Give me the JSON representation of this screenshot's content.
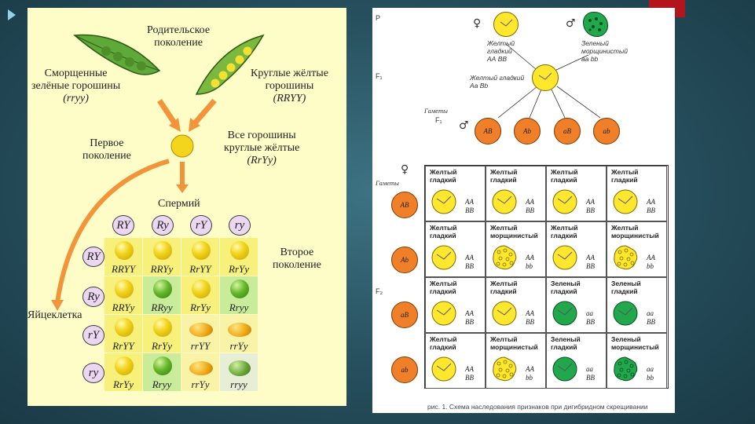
{
  "left": {
    "parent_label": [
      "Родительское",
      "поколение"
    ],
    "wrinkled_label": [
      "Сморщенные",
      "зелёные горошины"
    ],
    "wrinkled_genotype": "(rryy)",
    "round_label": [
      "Круглые жёлтые",
      "горошины"
    ],
    "round_genotype": "(RRYY)",
    "first_gen_label": [
      "Первое",
      "поколение"
    ],
    "all_peas_label": [
      "Все горошины",
      "круглые жёлтые"
    ],
    "all_peas_genotype": "(RrYy)",
    "sperm_label": "Спермий",
    "second_gen_label": [
      "Второе",
      "поколение"
    ],
    "egg_label": "Яйцеклетка",
    "gametes": [
      "RY",
      "Ry",
      "rY",
      "ry"
    ],
    "punnett": [
      [
        {
          "g": "RRYY",
          "p": "ys"
        },
        {
          "g": "RRYy",
          "p": "ys"
        },
        {
          "g": "RrYY",
          "p": "ys"
        },
        {
          "g": "RrYy",
          "p": "ys"
        }
      ],
      [
        {
          "g": "RRYy",
          "p": "ys"
        },
        {
          "g": "RRyy",
          "p": "gs"
        },
        {
          "g": "RrYy",
          "p": "ys"
        },
        {
          "g": "Rryy",
          "p": "gs"
        }
      ],
      [
        {
          "g": "RrYY",
          "p": "ys"
        },
        {
          "g": "RrYy",
          "p": "ys"
        },
        {
          "g": "rrYY",
          "p": "yw"
        },
        {
          "g": "rrYy",
          "p": "yw"
        }
      ],
      [
        {
          "g": "RrYy",
          "p": "ys"
        },
        {
          "g": "Rryy",
          "p": "gs"
        },
        {
          "g": "rrYy",
          "p": "yw"
        },
        {
          "g": "rryy",
          "p": "gw"
        }
      ]
    ],
    "cell_colors": [
      [
        "#f7f07a",
        "#f7f07a",
        "#f7f07a",
        "#f7f07a"
      ],
      [
        "#f7f07a",
        "#c9ec9a",
        "#f7f07a",
        "#c9ec9a"
      ],
      [
        "#f7f07a",
        "#f7f07a",
        "#f9f3a8",
        "#f9f3a8"
      ],
      [
        "#f7f07a",
        "#c9ec9a",
        "#f9f3a8",
        "#e7eed6"
      ]
    ]
  },
  "right": {
    "p_label": "P",
    "f1_label": "F₁",
    "f1_label2": "F₁",
    "f2_label": "F₂",
    "female_symbol": "♀",
    "male_symbol": "♂",
    "parent1_label": [
      "Желтый",
      "гладкий",
      "АА ВВ"
    ],
    "parent2_label": [
      "Зеленый",
      "морщинистый",
      "аа bb"
    ],
    "f1_pea_label": [
      "Желтый гладкий",
      "Аа Вb"
    ],
    "gametes_label": "Гаметы",
    "gametes_label2": "Гаметы",
    "male_gametes": [
      "AB",
      "Ab",
      "aB",
      "ab"
    ],
    "female_gametes": [
      "AB",
      "Ab",
      "aB",
      "ab"
    ],
    "grid": [
      [
        {
          "p": "Желтый\nгладкий",
          "g": "AA\nBB",
          "c": "y",
          "s": "smooth"
        },
        {
          "p": "Желтый\nгладкий",
          "g": "AA\nBB",
          "c": "y",
          "s": "smooth"
        },
        {
          "p": "Желтый\nгладкий",
          "g": "AA\nBB",
          "c": "y",
          "s": "smooth"
        },
        {
          "p": "Желтый\nгладкий",
          "g": "AA\nBB",
          "c": "y",
          "s": "smooth"
        }
      ],
      [
        {
          "p": "Желтый\nгладкий",
          "g": "AA\nBB",
          "c": "y",
          "s": "smooth"
        },
        {
          "p": "Желтый\nморщинистый",
          "g": "AA\nbb",
          "c": "y",
          "s": "wrinkled"
        },
        {
          "p": "Желтый\nгладкий",
          "g": "AA\nBB",
          "c": "y",
          "s": "smooth"
        },
        {
          "p": "Желтый\nморщинистый",
          "g": "AA\nbb",
          "c": "y",
          "s": "wrinkled"
        }
      ],
      [
        {
          "p": "Желтый\nгладкий",
          "g": "AA\nBB",
          "c": "y",
          "s": "smooth"
        },
        {
          "p": "Желтый\nгладкий",
          "g": "AA\nBB",
          "c": "y",
          "s": "smooth"
        },
        {
          "p": "Зеленый\nгладкий",
          "g": "aa\nBB",
          "c": "g",
          "s": "smooth"
        },
        {
          "p": "Зеленый\nгладкий",
          "g": "aa\nBB",
          "c": "g",
          "s": "smooth"
        }
      ],
      [
        {
          "p": "Желтый\nгладкий",
          "g": "AA\nBB",
          "c": "y",
          "s": "smooth"
        },
        {
          "p": "Желтый\nморщинистый",
          "g": "AA\nbb",
          "c": "y",
          "s": "wrinkled"
        },
        {
          "p": "Зеленый\nгладкий",
          "g": "aa\nBB",
          "c": "g",
          "s": "smooth"
        },
        {
          "p": "Зеленый\nморщинистый",
          "g": "aa\nbb",
          "c": "g",
          "s": "wrinkled"
        }
      ]
    ],
    "caption": "рис. 1. Схема наследования признаков при дигибридном скрещивании",
    "colors": {
      "yellow": "#ffe72e",
      "orange": "#f07f2a",
      "green": "#21a84c"
    }
  }
}
